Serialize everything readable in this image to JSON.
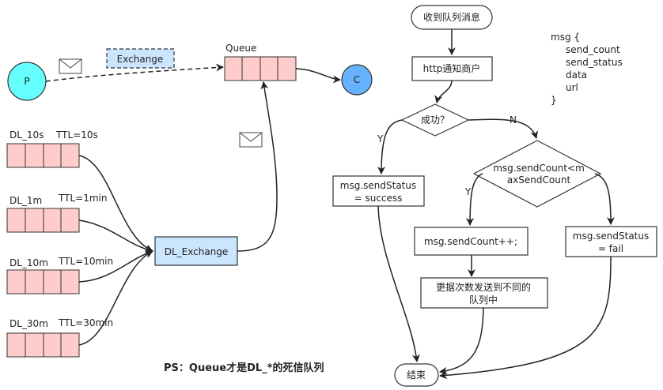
{
  "left": {
    "producer": "P",
    "consumer": "C",
    "exchange": "Exchange",
    "queue": "Queue",
    "dl_exchange": "DL_Exchange",
    "dl_queues": [
      {
        "name": "DL_10s",
        "ttl": "TTL=10s"
      },
      {
        "name": "DL_1m",
        "ttl": "TTL=1min"
      },
      {
        "name": "DL_10m",
        "ttl": "TTL=10min"
      },
      {
        "name": "DL_30m",
        "ttl": "TTL=30min"
      }
    ],
    "note": "PS：Queue才是DL_*的死信队列"
  },
  "flow": {
    "start": "收到队列消息",
    "notify": "http通知商户",
    "decision_success": "成功？",
    "yes": "Y",
    "no": "N",
    "status_success": [
      "msg.sendStatus",
      "= success"
    ],
    "decision_count": [
      "msg.sendCount<m",
      "axSendCount"
    ],
    "yes2": "Y",
    "increment": "msg.sendCount++;",
    "resend": [
      "更据次数发送到不同的",
      "队列中"
    ],
    "status_fail": [
      "msg.sendStatus",
      "= fail"
    ],
    "end": "结束"
  },
  "msg_struct": [
    "msg {",
    "send_count",
    "send_status",
    "data",
    "url",
    "}"
  ],
  "colors": {
    "queue_cell": "#ffcccc",
    "exchange": "#cce5ff",
    "producer": "#66ffff",
    "consumer": "#66b2ff"
  }
}
